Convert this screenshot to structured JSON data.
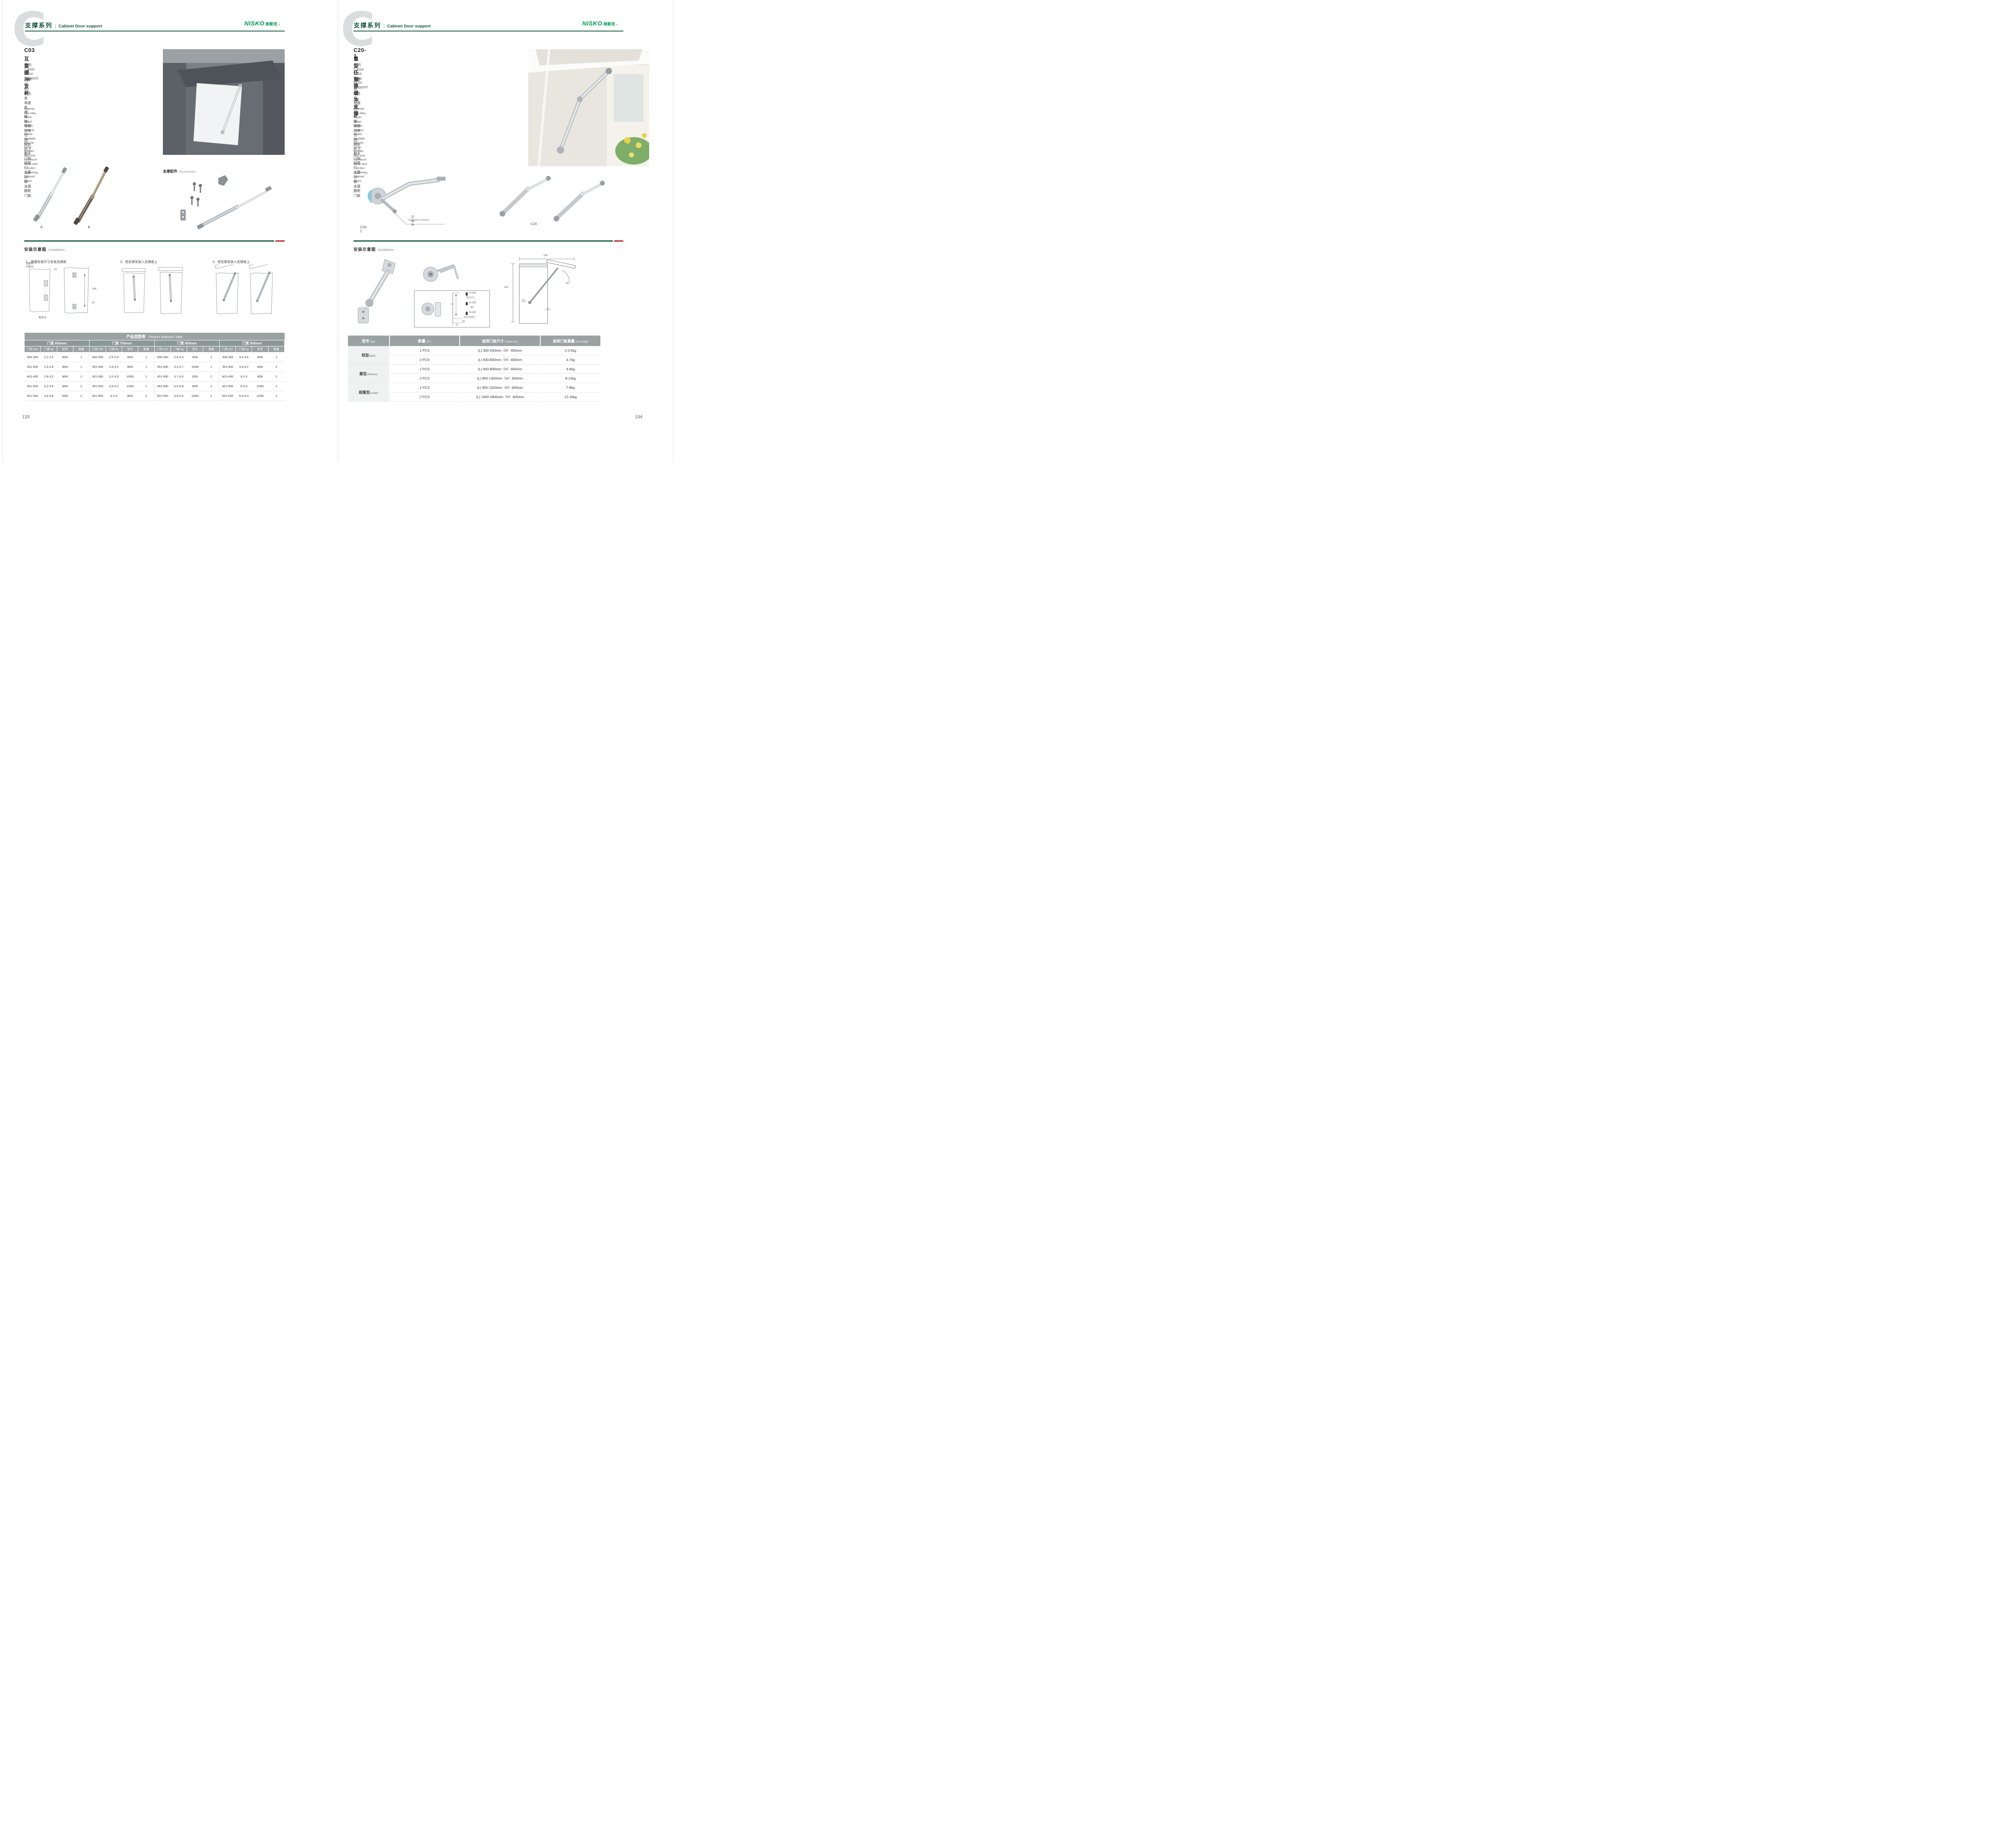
{
  "brand": {
    "logo_text": "NISKO",
    "logo_cn": "耐斯克",
    "reg": "®"
  },
  "left": {
    "header": {
      "watermark": "C",
      "series_cn": "支撑系列",
      "sep": "|",
      "series_en": "Cabinet Door support"
    },
    "product": {
      "code": "C03",
      "name_cn": "互套缓冲支杆",
      "name_en": "Soft Close Door Support",
      "specs_cn": [
        "主要材质: 锌合金",
        "表面处理: 镀镍、镀铬",
        "适用范围: 橱柜的上翻木门和铝框门",
        "主要功能: 支撑橱柜门板"
      ],
      "specs_en": [
        "Material: Zinc Alloy",
        "Finish: Nickel Plated、Chrome Plated",
        "Available For: Up-turnig wooden door and Aluminum-frame door",
        "Function: Supoorting Cabined Doors"
      ],
      "label_a": "A",
      "label_b": "B"
    },
    "accessories": {
      "title_cn": "支撑配件",
      "title_en": "Accessories"
    },
    "installation": {
      "title_cn": "安装示意图",
      "title_en": "Installation",
      "steps": [
        "1、跟据安装尺寸安装支撑座",
        "2、把支撑安装入支撑座上",
        "3、把支撑安装入支撑座上"
      ],
      "dims": {
        "full_cover": "全盖35",
        "half_cover": "半盖26",
        "d32a": "32",
        "d265": "265",
        "d32b": "32",
        "thickness": "板厚18"
      }
    },
    "table": {
      "title_cn": "产品选型表",
      "title_en": "Product Selection Table",
      "groups": [
        "门宽 600mm",
        "门宽 700mm",
        "门宽 800mm",
        "门宽 900mm"
      ],
      "col_headers": [
        "门高 mm",
        "门重 kg",
        "型号",
        "数量"
      ],
      "rows": [
        [
          "300-350",
          "2.2-2.5",
          "60N",
          "1",
          "300-350",
          "2.5-2.9",
          "60N",
          "1",
          "300-350",
          "2.9-3.3",
          "60N",
          "1",
          "300-350",
          "3.3-3.6",
          "80N",
          "1"
        ],
        [
          "351-400",
          "2.5-2.8",
          "80N",
          "1",
          "351-400",
          "2.9-3.2",
          "80N",
          "1",
          "351-400",
          "3.3-3.7",
          "100N",
          "1",
          "351-400",
          "3.6-4.2",
          "60N",
          "2"
        ],
        [
          "401-450",
          "2.8-3.2",
          "80N",
          "1",
          "401-450",
          "3.2-3.9",
          "100N",
          "1",
          "401-450",
          "3.7-4.5",
          "60N",
          "2",
          "401-450",
          "4.2-5",
          "80N",
          "2"
        ],
        [
          "451-500",
          "3.2-3.6",
          "60N",
          "2",
          "451-500",
          "3.9-4.2",
          "120N",
          "1",
          "451-500",
          "4.5-4.8",
          "80N",
          "2",
          "451-500",
          "5-5.4",
          "100N",
          "2"
        ],
        [
          "501-550",
          "3.6-3.8",
          "60N",
          "2",
          "501-550",
          "4.2-5",
          "80N",
          "2",
          "501-550",
          "4.8-5.5",
          "100N",
          "2",
          "501-550",
          "5.4-6.3",
          "120N",
          "2"
        ]
      ]
    },
    "page_number": "133"
  },
  "right": {
    "header": {
      "watermark": "C",
      "series_cn": "支撑系列",
      "sep": "|",
      "series_en": "Cabinet Door support"
    },
    "product": {
      "code": "C20-1",
      "name_cn": "重型任意停缓冲支撑",
      "name_en": "Soft Close Free Stop Door Support",
      "specs_cn": [
        "主要材质: 锌合金",
        "表面处理: 镀镍、镀铬",
        "适用范围: 橱柜的上翻木门和铝框门",
        "主要功能: 支撑橱柜门板"
      ],
      "specs_en": [
        "Material: Zinc Alloy",
        "Finish: Nickel Plated、Chrome Plated",
        "Available For: Up-turnig wooden door and Aluminum-frame door",
        "Function: Supoorting Cabined Doors"
      ],
      "label_c20_1": "C20-1",
      "label_c20": "C20",
      "callout_cn": "可调节",
      "callout_en": "Adjustable Intensity"
    },
    "installation": {
      "title_cn": "安装示意图",
      "title_en": "Installation",
      "dims": {
        "d185": "185",
        "d224": "224",
        "a90": "90°",
        "d32": "32",
        "d37": "37",
        "x": "X",
        "x224": "X=224",
        "a75": "75°(77°)",
        "x192a": "X=192",
        "a90b": "90°",
        "x192b": "X=192",
        "a110": "110°(104°)",
        "d32b": "32",
        "d37b": "37"
      }
    },
    "table": {
      "headers": [
        {
          "cn": "型号",
          "en": "Type"
        },
        {
          "cn": "数量",
          "en": "QTY"
        },
        {
          "cn": "适用门板尺寸",
          "en": "Cabinet size"
        },
        {
          "cn": "适用门板重量",
          "en": "Door weight"
        }
      ],
      "groups": [
        {
          "type_cn": "轻型",
          "type_en": "(light)",
          "rows": [
            [
              "1 PCS",
              "(L) 300-500mm（H）400mm",
              "2-3.5kg"
            ],
            [
              "2 PCS",
              "(L) 600-800mm（H）400mm",
              "4-7kg"
            ]
          ]
        },
        {
          "type_cn": "重型",
          "type_en": "(Medium)",
          "rows": [
            [
              "1 PCS",
              "(L) 600-800mm（H）400mm",
              "4-6kg"
            ],
            [
              "2 PCS",
              "(L) 900-1300mm（H）400mm",
              "8-12kg"
            ]
          ]
        },
        {
          "type_cn": "超重型",
          "type_en": "(Large)",
          "rows": [
            [
              "1 PCS",
              "(L) 900-1200mm（H）400mm",
              "7-8kg"
            ],
            [
              "2 PCS",
              "(L) 1400-1800mm（H）400mm",
              "12-16kg"
            ]
          ]
        }
      ]
    },
    "page_number": "134"
  }
}
